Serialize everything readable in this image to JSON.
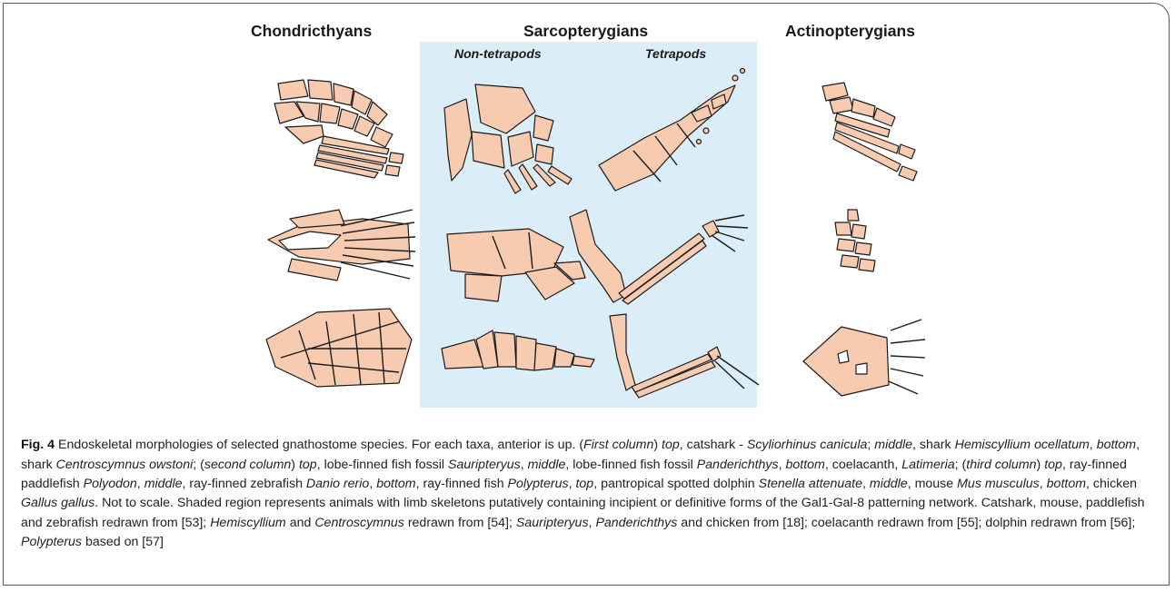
{
  "headers": {
    "chondrichthyans": "Chondricthyans",
    "sarcopterygians": "Sarcopterygians",
    "actinopterygians": "Actinopterygians",
    "non_tetrapods": "Non-tetrapods",
    "tetrapods": "Tetrapods"
  },
  "colors": {
    "shaded_region": "#dbeef8",
    "bone_fill": "#f7cbb0",
    "bone_outline": "#1b1b1b"
  },
  "caption": {
    "label": "Fig. 4",
    "segments": [
      " Endoskeletal morphologies of selected gnathostome species. For each taxa, anterior is up. (",
      "First column",
      ") ",
      "top",
      ", catshark - ",
      "Scyliorhinus canicula",
      "; ",
      "middle",
      ", shark ",
      "Hemiscyllium ocellatum",
      ", ",
      "bottom",
      ", shark ",
      "Centroscymnus owstoni",
      "; (",
      "second column",
      ") ",
      "top",
      ", lobe-finned fish fossil ",
      "Sauripteryus",
      ", ",
      "middle",
      ", lobe-finned fish fossil ",
      "Panderichthys",
      ", ",
      "bottom",
      ", coelacanth, ",
      "Latimeria",
      "; (",
      "third column",
      ") ",
      "top",
      ", ray-finned paddlefish ",
      "Polyodon",
      ", ",
      "middle",
      ", ray-finned zebrafish ",
      "Danio rerio",
      ", ",
      "bottom",
      ", ray-finned fish ",
      "Polypterus",
      ", ",
      "top",
      ", pantropical spotted dolphin ",
      "Stenella attenuate",
      ", ",
      "middle",
      ", mouse ",
      "Mus musculus",
      ", ",
      "bottom",
      ", chicken ",
      "Gallus gallus",
      ". Not to scale. Shaded region represents animals with limb skeletons putatively containing incipient or definitive forms of the Gal1-Gal-8 patterning network. Catshark, mouse, paddlefish and zebrafish redrawn from [53]; ",
      "Hemiscyllium",
      " and ",
      "Centroscymnus",
      " redrawn from [54]; ",
      "Sauripteryus",
      ", ",
      "Panderichthys",
      " and chicken from [18]; coelacanth redrawn from [55]; dolphin redrawn from [56]; ",
      "Polypterus",
      " based on [57]"
    ]
  }
}
